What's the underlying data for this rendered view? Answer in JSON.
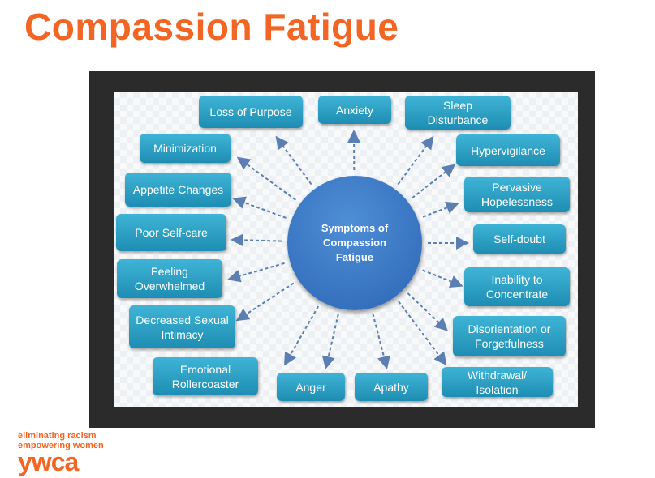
{
  "title": "Compassion Fatigue",
  "diagram": {
    "center": "Symptoms of Compassion Fatigue",
    "symptoms": [
      "Loss of Purpose",
      "Anxiety",
      "Sleep Disturbance",
      "Minimization",
      "Hypervigilance",
      "Appetite Changes",
      "Pervasive Hopelessness",
      "Poor Self-care",
      "Self-doubt",
      "Feeling Overwhelmed",
      "Inability to Concentrate",
      "Decreased Sexual Intimacy",
      "Disorientation or Forgetfulness",
      "Emotional Rollercoaster",
      "Anger",
      "Apathy",
      "Withdrawal/ Isolation"
    ]
  },
  "logo": {
    "line1": "eliminating racism",
    "line2": "empowering women",
    "name": "ywca"
  },
  "colors": {
    "accent": "#f26522",
    "box": "#2aa0c8",
    "hub": "#3a78c6",
    "arrow": "#5b7fb3"
  }
}
